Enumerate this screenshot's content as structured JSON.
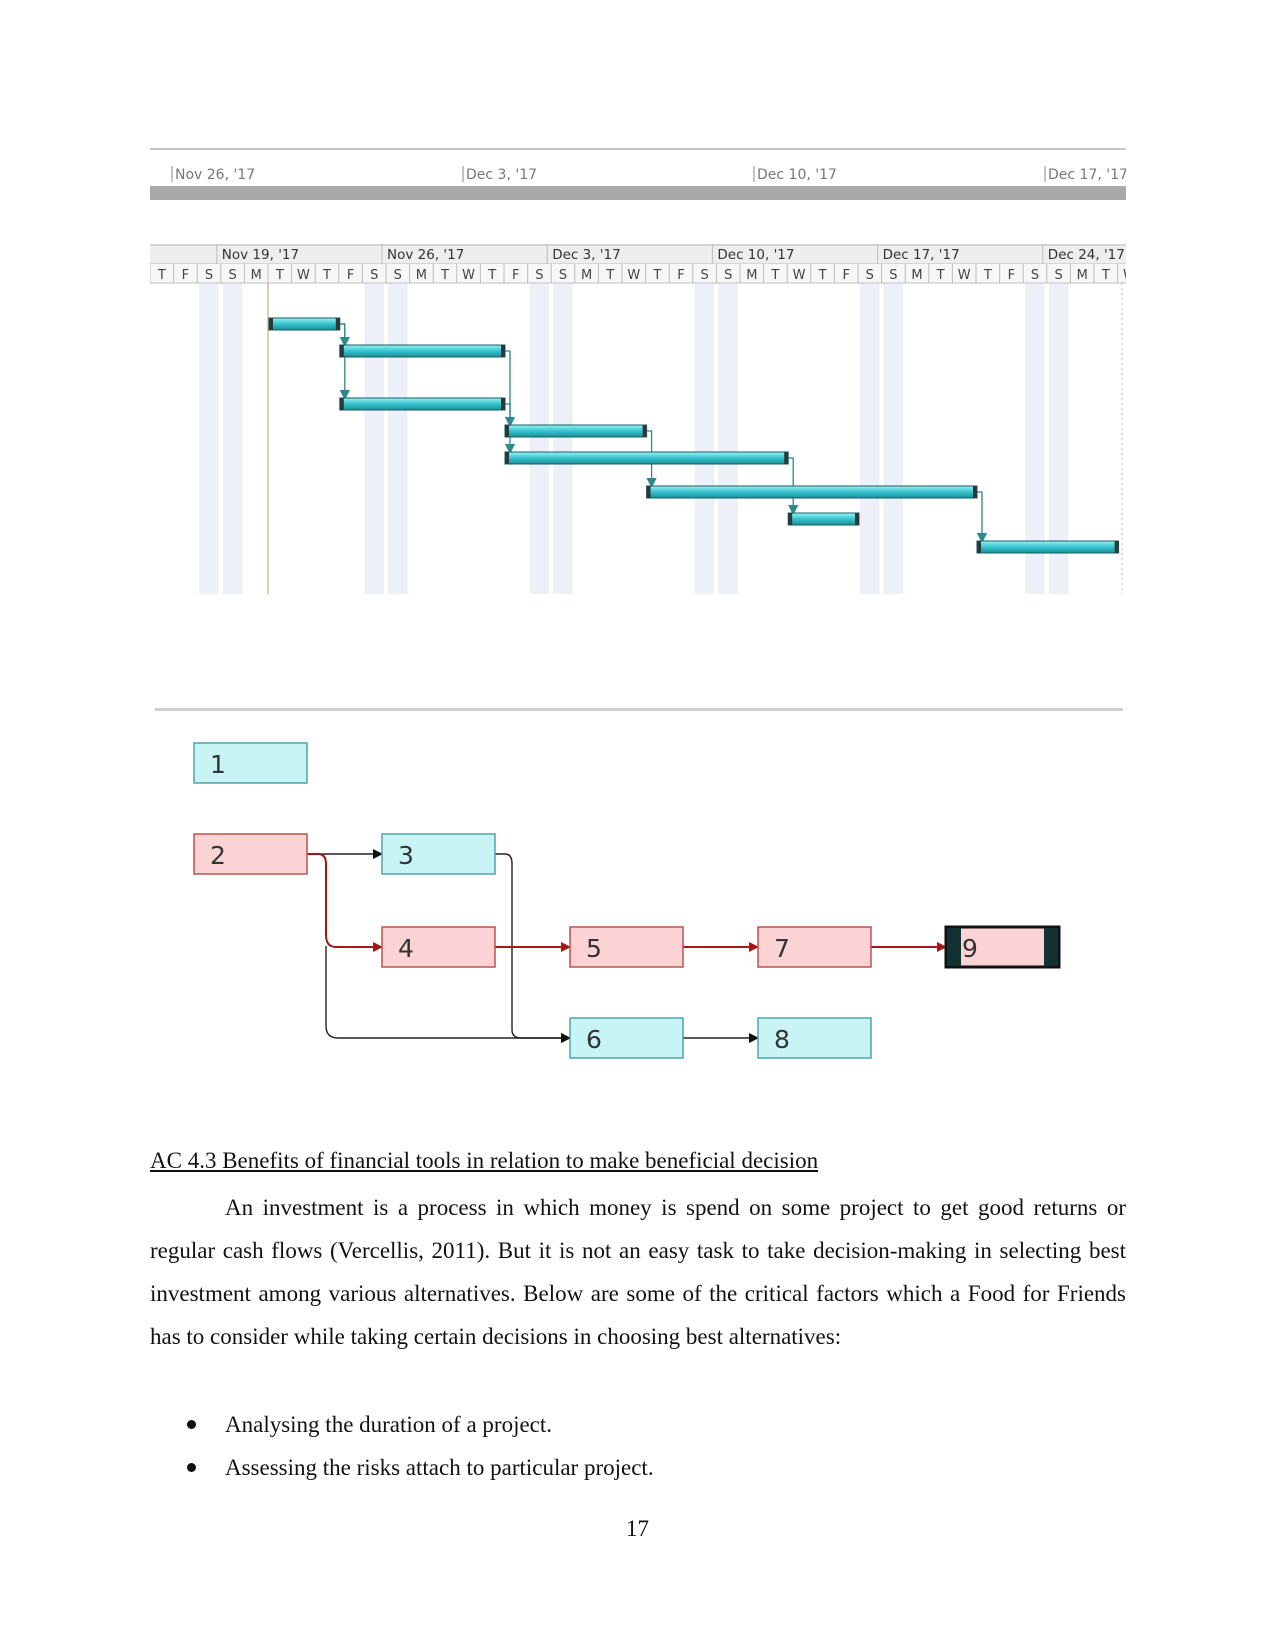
{
  "gantt_top": {
    "dates": [
      "Nov 26, '17",
      "Dec 3, '17",
      "Dec 10, '17",
      "Dec 17, '17"
    ]
  },
  "gantt": {
    "weeks": [
      "Nov 19, '17",
      "Nov 26, '17",
      "Dec 3, '17",
      "Dec 10, '17",
      "Dec 17, '17",
      "Dec 24, '17"
    ],
    "days": [
      "T",
      "F",
      "S",
      "S",
      "M",
      "T",
      "W",
      "T",
      "F",
      "S",
      "S",
      "M",
      "T",
      "W",
      "T",
      "F",
      "S",
      "S",
      "M",
      "T",
      "W",
      "T",
      "F",
      "S",
      "S",
      "M",
      "T",
      "W",
      "T",
      "F",
      "S",
      "S",
      "M",
      "T",
      "W",
      "T",
      "F",
      "S",
      "S",
      "M",
      "T",
      "W"
    ],
    "tasks": [
      {
        "start": 5,
        "end": 8
      },
      {
        "start": 8,
        "end": 15
      },
      {
        "start": 8,
        "end": 15
      },
      {
        "start": 15,
        "end": 21
      },
      {
        "start": 15,
        "end": 27
      },
      {
        "start": 21,
        "end": 35
      },
      {
        "start": 27,
        "end": 30
      },
      {
        "start": 35,
        "end": 41
      }
    ]
  },
  "network": {
    "nodes": [
      {
        "id": "1",
        "critical": false
      },
      {
        "id": "2",
        "critical": true
      },
      {
        "id": "3",
        "critical": false
      },
      {
        "id": "4",
        "critical": true
      },
      {
        "id": "5",
        "critical": true
      },
      {
        "id": "6",
        "critical": false
      },
      {
        "id": "7",
        "critical": true
      },
      {
        "id": "8",
        "critical": false
      },
      {
        "id": "9",
        "critical": true
      }
    ],
    "colors": {
      "critical_fill": "#fcd3d5",
      "critical_border": "#c0504d",
      "normal_fill": "#c8f4f6",
      "normal_border": "#4aa5a8",
      "critical_link": "#a01818",
      "normal_link": "#222222"
    }
  },
  "section": {
    "heading": "AC 4.3 Benefits of financial tools in relation to make beneficial decision",
    "paragraph": "An investment is a process in which money is spend on some project to get good returns or regular cash flows (Vercellis, 2011). But it is not an easy task to take decision-making in selecting best investment among various alternatives. Below are some of the critical factors which a Food for Friends has to consider while taking certain decisions in choosing best alternatives:",
    "bullets": [
      "Analysing the duration of a project.",
      "Assessing the risks attach to particular project."
    ]
  },
  "page_number": "17"
}
